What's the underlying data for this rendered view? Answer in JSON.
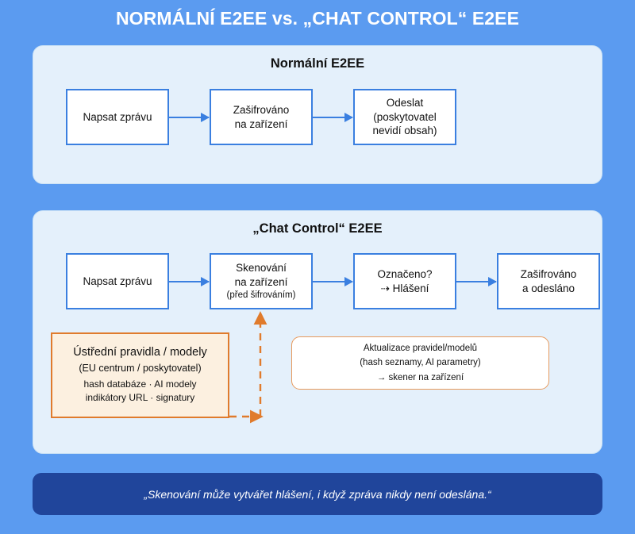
{
  "title": "NORMÁLNÍ E2EE vs. „CHAT CONTROL“ E2EE",
  "colors": {
    "background": "#5B9BF0",
    "panel_fill": "#E4F0FB",
    "box_border_blue": "#3A7FE0",
    "accent_orange": "#E07B2C",
    "rules_fill": "#FCF0E0",
    "footer_blue": "#20459B",
    "text": "#111111"
  },
  "panels": [
    {
      "id": "normal",
      "title": "Normální E2EE",
      "boxes": [
        {
          "line1": "Napsat zprávu",
          "line2": "",
          "line3": ""
        },
        {
          "line1": "Zašifrováno",
          "line2": "na zařízení",
          "line3": ""
        },
        {
          "line1": "Odeslat",
          "line2": "(poskytovatel",
          "line3": "nevidí obsah)"
        }
      ]
    },
    {
      "id": "chat_control",
      "title": "„Chat Control“ E2EE",
      "boxes": [
        {
          "line1": "Napsat zprávu",
          "line2": "",
          "line3": ""
        },
        {
          "line1": "Skenování",
          "line2": "na zařízení",
          "line3": "(před šifrováním)"
        },
        {
          "line1": "Označeno?",
          "line2": "⇢ Hlášení",
          "line3": ""
        },
        {
          "line1": "Zašifrováno",
          "line2": "a odesláno",
          "line3": ""
        }
      ],
      "rules_box": {
        "headline": "Ústřední pravidla / modely",
        "subtitle": "(EU centrum / poskytovatel)",
        "detail_line1": "hash databáze · AI modely",
        "detail_line2": "indikátory URL · signatury"
      },
      "update_box": {
        "line1": "Aktualizace pravidel/modelů",
        "line2": "(hash seznamy, AI parametry)",
        "line3": "→ skener na zařízení"
      }
    }
  ],
  "footer": {
    "quote": "„Skenování může vytvářet hlášení, i když zpráva nikdy není odeslána.“"
  }
}
